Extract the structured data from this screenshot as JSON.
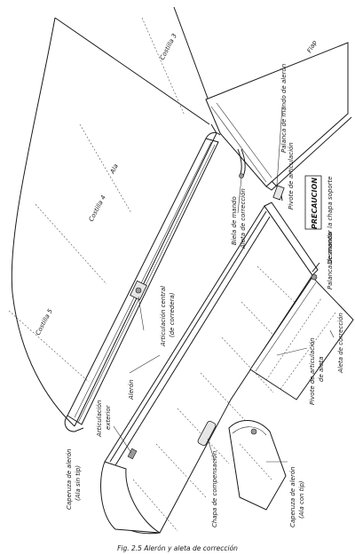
{
  "labels": {
    "ala": "Ala",
    "flap": "Flap",
    "costilla3": "Costilla 3",
    "costilla4": "Costilla 4",
    "costilla5": "Costilla 5",
    "palanca_alerons": "Palanca de mando de alerón",
    "pivote_articulacion": "Pivote de articulación",
    "biela_mando": "Biela de mando",
    "aleta_correccion_top": "Aleta de corrección",
    "precaucion": "PRECAUCION",
    "desmontar": "Desmontar la chapa soporte",
    "palanca_mando": "Palanca de mando",
    "articulacion_central_1": "Articulación central",
    "articulacion_central_2": "(de corredera)",
    "aleron": "Alerón",
    "aleta_correccion_bottom": "Aleta de corrección",
    "pivote_aleta_1": "Pivote de articulación",
    "pivote_aleta_2": "de aleta",
    "articulacion_ext_1": "Articulación",
    "articulacion_ext_2": "exterior",
    "caperuza_sin_1": "Caperuza de alerón",
    "caperuza_sin_2": "(Ala sin tip)",
    "chapa_compensacion": "Chapa de compensación",
    "caperuza_con_1": "Caperuza de alerón",
    "caperuza_con_2": "(Ala con tip)"
  },
  "caption": "Fig. 2.5 Alerón y aleta de corrección"
}
